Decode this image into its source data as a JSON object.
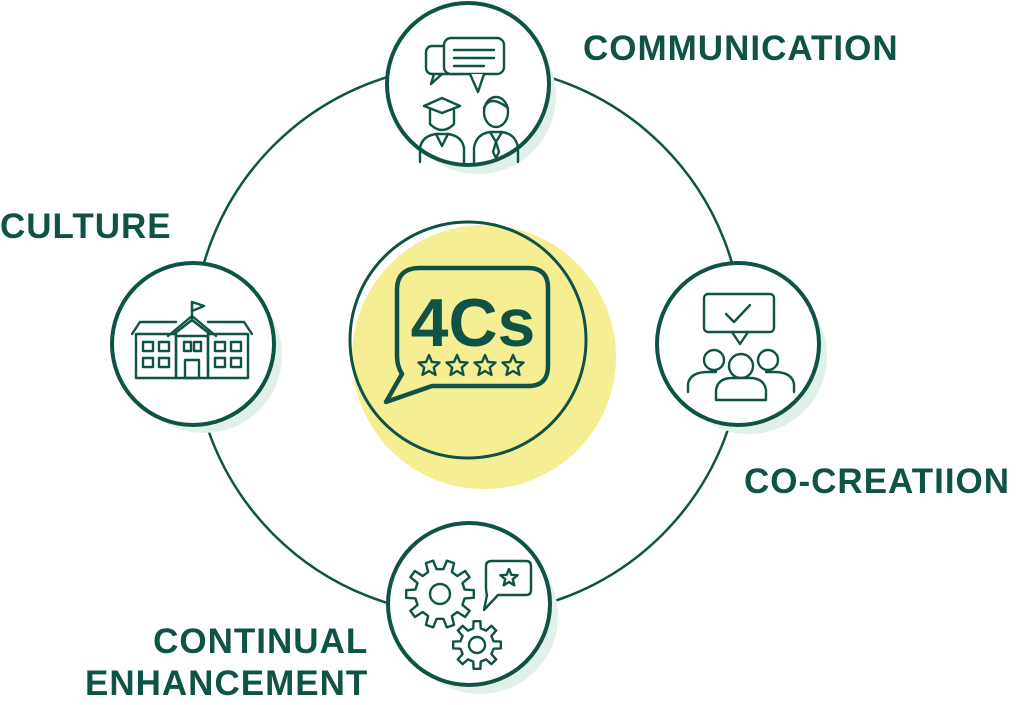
{
  "center": {
    "title": "4Cs",
    "rating_stars": 4
  },
  "nodes": [
    {
      "id": "communication",
      "label_lines": [
        "COMMUNICATION"
      ],
      "icon": "student-teacher-chat-icon"
    },
    {
      "id": "culture",
      "label_lines": [
        "CULTURE"
      ],
      "icon": "school-building-icon"
    },
    {
      "id": "co-creation",
      "label_lines": [
        "CO-CREATIION"
      ],
      "icon": "group-feedback-icon"
    },
    {
      "id": "continual-enhancement",
      "label_lines": [
        "CONTINUAL",
        "ENHANCEMENT"
      ],
      "icon": "gears-star-icon"
    }
  ],
  "colors": {
    "primary": "#0f5246",
    "node_fill": "#ffffff",
    "node_shadow": "#e1f0e8",
    "center_highlight": "#f6ee93",
    "ring": "#0f5246"
  }
}
